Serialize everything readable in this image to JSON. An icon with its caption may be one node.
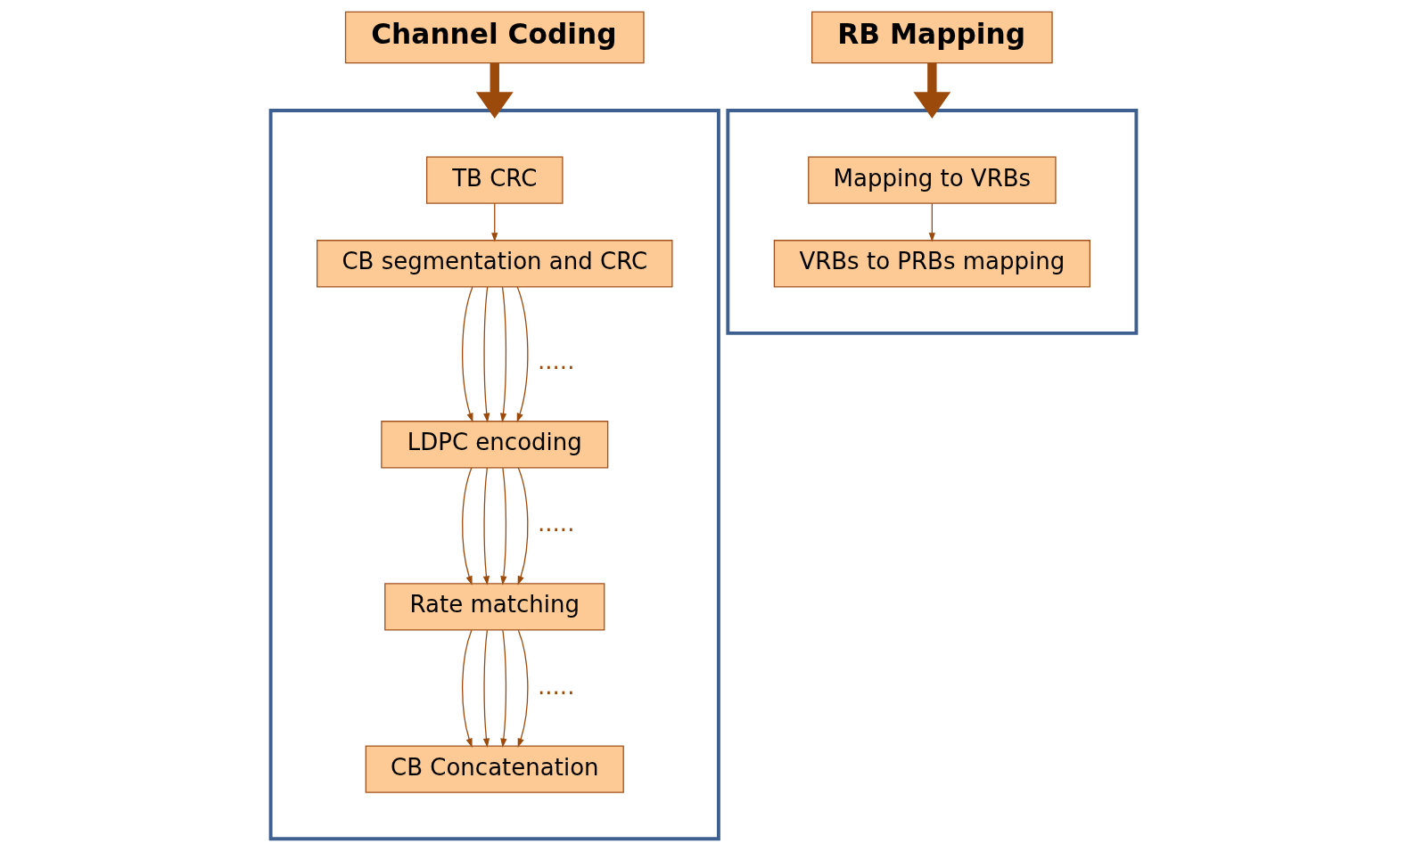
{
  "diagram": {
    "nodes": [
      {
        "text": [
          "Channel Coding"
        ]
      },
      {
        "text": [],
        "shape": "box"
      },
      {
        "text": [
          "TB CRC"
        ],
        "in": 1
      },
      {
        "text": [
          "CB segmentation and CRC"
        ],
        "in": 1
      },
      {
        "text": [
          "LDPC encoding"
        ],
        "in": 1
      },
      {
        "text": [
          "Rate matching"
        ],
        "in": 1
      },
      {
        "text": [
          "CB Concatenation"
        ],
        "in": 1
      },
      {
        "text": [
          "RB Mapping"
        ]
      },
      {
        "text": [],
        "shape": "box"
      },
      {
        "text": [
          "Mapping to VRBs"
        ],
        "in": 8
      },
      {
        "text": [
          "VRBs to PRBs mapping"
        ],
        "in": 8
      }
    ],
    "edges": [
      {
        "from": 0,
        "to": 1,
        "arrow": "to",
        "style": "thick"
      },
      {
        "from": 2,
        "to": 3,
        "arrow": "to"
      },
      {
        "from": 3,
        "to": 4,
        "arrow": "to"
      },
      {
        "from": 3,
        "to": 4,
        "arrow": "to"
      },
      {
        "from": 3,
        "to": 4,
        "arrow": "to"
      },
      {
        "from": 3,
        "to": 4,
        "arrow": "to"
      },
      {
        "from": 4,
        "to": 5,
        "arrow": "to"
      },
      {
        "from": 4,
        "to": 5,
        "arrow": "to"
      },
      {
        "from": 4,
        "to": 5,
        "arrow": "to"
      },
      {
        "from": 4,
        "to": 5,
        "arrow": "to"
      },
      {
        "from": 5,
        "to": 6,
        "arrow": "to"
      },
      {
        "from": 5,
        "to": 6,
        "arrow": "to"
      },
      {
        "from": 5,
        "to": 6,
        "arrow": "to"
      },
      {
        "from": 5,
        "to": 6,
        "arrow": "to"
      },
      {
        "from": 7,
        "to": 8,
        "arrow": "to",
        "style": "thick"
      },
      {
        "from": 9,
        "to": 10,
        "arrow": "to"
      }
    ],
    "labels": [
      ".....",
      ".....",
      "....."
    ]
  }
}
